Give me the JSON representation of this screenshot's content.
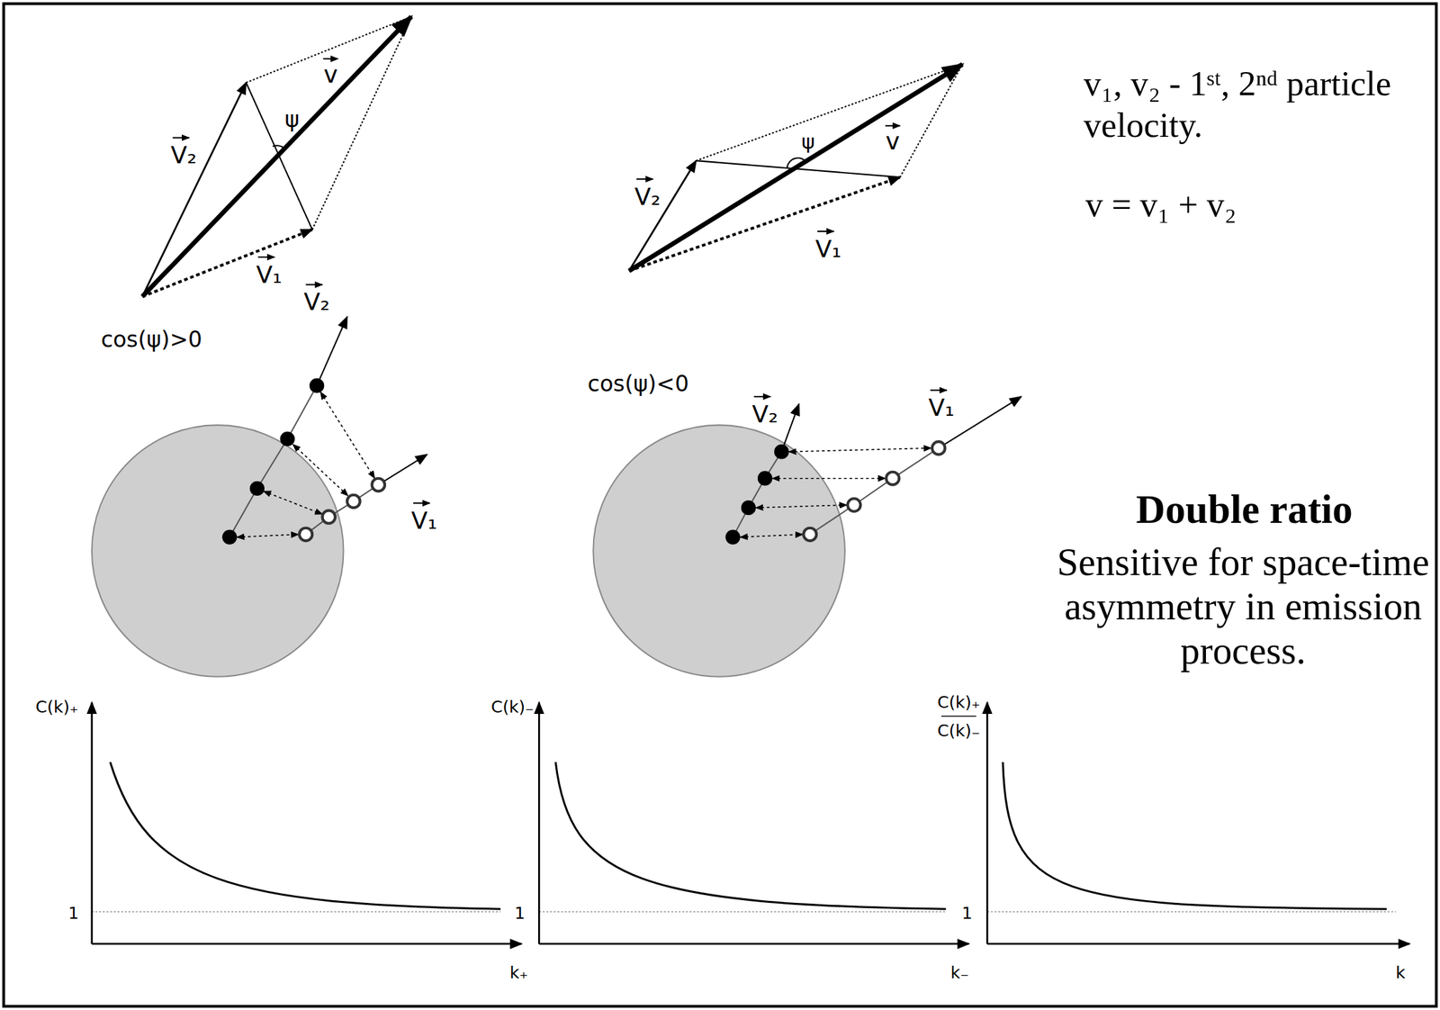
{
  "diagram": {
    "labels": [
      "V₂",
      "ψ",
      "v",
      "V₁",
      "V₂",
      "ψ",
      "v",
      "V₁",
      "v₁, v₂ - 1ˢᵗ, 2ⁿᵈ particle velocity.",
      "v = v₁ + v₂",
      "cos(ψ)>0",
      "V₂",
      "V₁",
      "cos(ψ)<0",
      "V₂",
      "V₁",
      "Double ratio",
      "Sensitive for space-time asymmetry in emission process.",
      "C(k)₊",
      "1",
      "k₊",
      "C(k)₋",
      "1",
      "k₋",
      "C(k)₊",
      "C(k)₋",
      "1",
      "k"
    ]
  }
}
